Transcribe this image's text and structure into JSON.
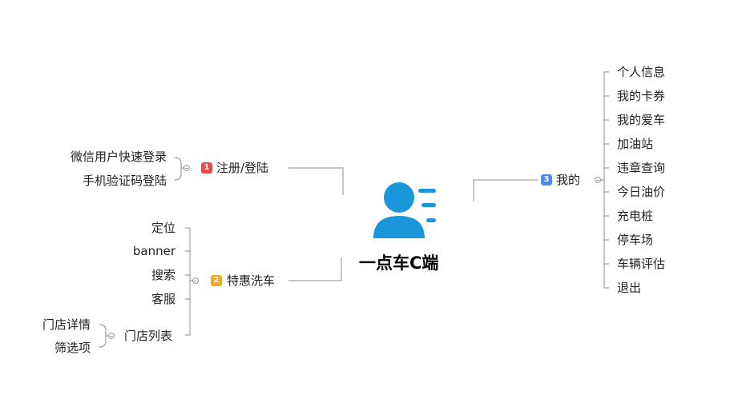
{
  "center": {
    "title": "一点车C端",
    "icon": "user-card-icon",
    "color": "#1a96da"
  },
  "branches": {
    "register": {
      "num": "1",
      "label": "注册/登陆",
      "badge_color": "#e84a4a",
      "children": [
        "微信用户快速登录",
        "手机验证码登陆"
      ]
    },
    "carwash": {
      "num": "2",
      "label": "特惠洗车",
      "badge_color": "#f5a623",
      "children": [
        "定位",
        "banner",
        "搜索",
        "客服"
      ],
      "store": {
        "label": "门店列表",
        "children": [
          "门店详情",
          "筛选项"
        ]
      }
    },
    "mine": {
      "num": "3",
      "label": "我的",
      "badge_color": "#4f8cf0",
      "children": [
        "个人信息",
        "我的卡券",
        "我的爱车",
        "加油站",
        "违章查询",
        "今日油价",
        "充电桩",
        "停车场",
        "车辆评估",
        "退出"
      ]
    }
  }
}
